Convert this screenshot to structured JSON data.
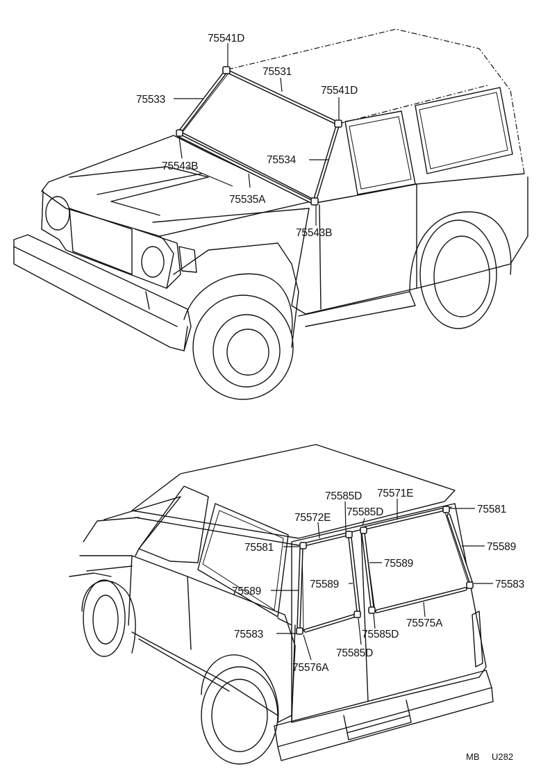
{
  "labels": {
    "front": {
      "l75541d_top": "75541D",
      "l75531": "75531",
      "l75533": "75533",
      "l75541d_right": "75541D",
      "l75543b_left": "75543B",
      "l75534": "75534",
      "l75535a": "75535A",
      "l75543b_bottom": "75543B"
    },
    "rear": {
      "l75585d_top": "75585D",
      "l75571e": "75571E",
      "l75572e": "75572E",
      "l75585d_mid": "75585D",
      "l75581_right": "75581",
      "l75581_left": "75581",
      "l75589_right_top": "75589",
      "l75589_center": "75589",
      "l75589_inner": "75589",
      "l75583_right": "75583",
      "l75589_left": "75589",
      "l75575a": "75575A",
      "l75583_left": "75583",
      "l75585d_low1": "75585D",
      "l75585d_low2": "75585D",
      "l75576a": "75576A"
    }
  },
  "footer": {
    "code_left": "MB",
    "code_right": "U282"
  }
}
